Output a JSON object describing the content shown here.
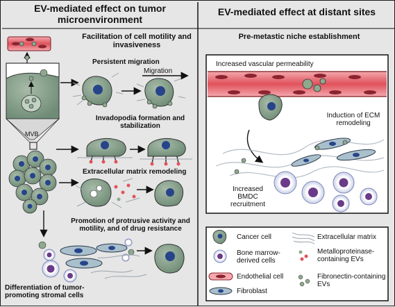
{
  "headers": {
    "left": "EV-mediated effect on tumor microenvironment",
    "right": "EV-mediated effect at distant sites"
  },
  "left_panel": {
    "section_title": "Facilitation of cell motility and invasiveness",
    "mvb_label": "MVB",
    "persistent_migration": "Persistent migration",
    "migration_arrow": "Migration",
    "invadopodia": "Invadopodia formation and stabilization",
    "ecm_remodeling": "Extracellular matrix remodeling",
    "protrusive": "Promotion of protrusive activity and motility, and of drug resistance",
    "differentiation": "Differentiation of tumor-promoting stromal cells"
  },
  "right_panel": {
    "title": "Pre-metastic niche establishment",
    "vascular": "Increased vascular permeability",
    "ecm_induction": "Induction of ECM remodeling",
    "bmdc": "Increased BMDC recruitment"
  },
  "legend": [
    {
      "label": "Cancer cell"
    },
    {
      "label": "Extracellular matrix"
    },
    {
      "label": "Bone marrow-derived cells"
    },
    {
      "label": "Metalloproteinase-containing EVs"
    },
    {
      "label": "Endothelial cell"
    },
    {
      "label": "Fibronectin-containing EVs"
    },
    {
      "label": "Fibroblast"
    }
  ],
  "colors": {
    "cell_fill": "#7e9a84",
    "nucleus": "#27448a",
    "vessel_red": "#e0525c",
    "fibroblast": "#a9bfcc",
    "bmdc_nucleus": "#6b3b8a"
  }
}
